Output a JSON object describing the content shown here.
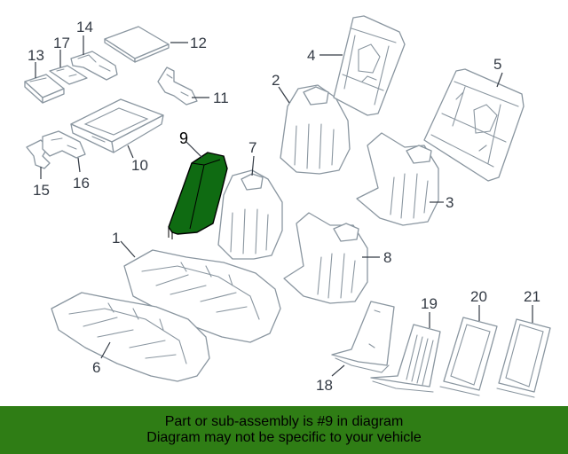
{
  "diagram": {
    "callouts": {
      "c1": "1",
      "c2": "2",
      "c3": "3",
      "c4": "4",
      "c5": "5",
      "c6": "6",
      "c7": "7",
      "c8": "8",
      "c9": "9",
      "c10": "10",
      "c11": "11",
      "c12": "12",
      "c13": "13",
      "c14": "14",
      "c15": "15",
      "c16": "16",
      "c17": "17",
      "c18": "18",
      "c19": "19",
      "c20": "20",
      "c21": "21"
    },
    "highlighted_part": "9",
    "highlight_color": "#0f6b12"
  },
  "banner": {
    "line1": "Part or sub-assembly is #9 in diagram",
    "line2": "Diagram may not be specific to your vehicle",
    "background_color": "#2f7d15"
  }
}
